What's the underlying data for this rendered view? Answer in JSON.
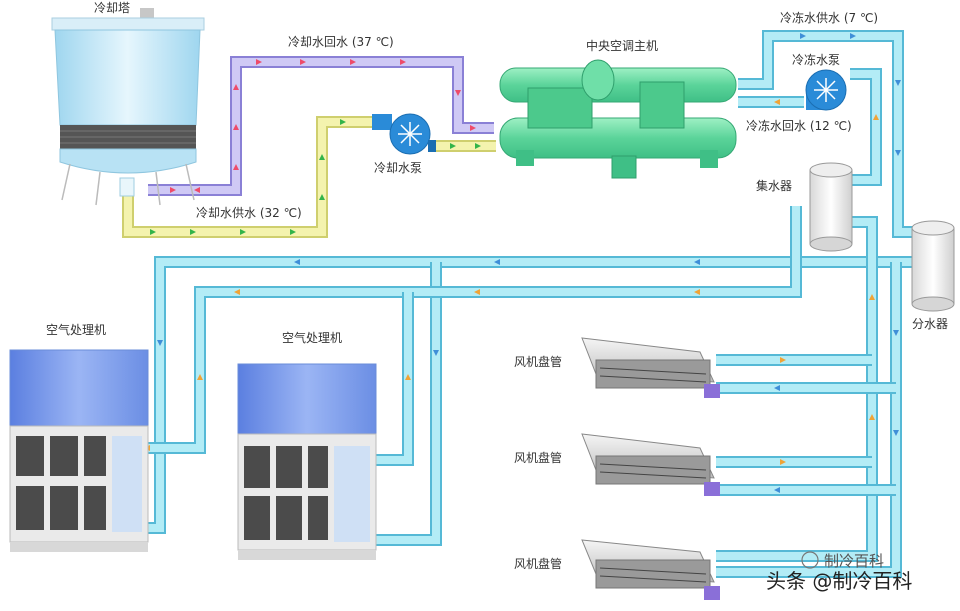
{
  "labels": {
    "cooling_tower": "冷却塔",
    "cooling_return": "冷却水回水 (37 ℃)",
    "cooling_supply": "冷却水供水 (32 ℃)",
    "cooling_pump": "冷却水泵",
    "chiller": "中央空调主机",
    "chilled_supply": "冷冻水供水 (7 ℃)",
    "chilled_pump": "冷冻水泵",
    "chilled_return": "冷冻水回水 (12 ℃)",
    "collector": "集水器",
    "distributor": "分水器",
    "ahu_1": "空气处理机",
    "ahu_2": "空气处理机",
    "fcu_1": "风机盘管",
    "fcu_2": "风机盘管",
    "fcu_3": "风机盘管"
  },
  "watermark": {
    "main": "头条 @制冷百科",
    "secondary": "制冷百科"
  },
  "colors": {
    "cooling_return_pipe": "#c9c3f2",
    "cooling_supply_pipe": "#f3f2a8",
    "chilled_pipe": "#a9e6f2",
    "return_arrow": "#ee4b6a",
    "supply_arrow": "#33b44a",
    "chilled_arrow": "#3f8fd8",
    "hot_arrow": "#f0a437",
    "chiller_body": "#5bd49a",
    "pump": "#2a8bd8"
  }
}
